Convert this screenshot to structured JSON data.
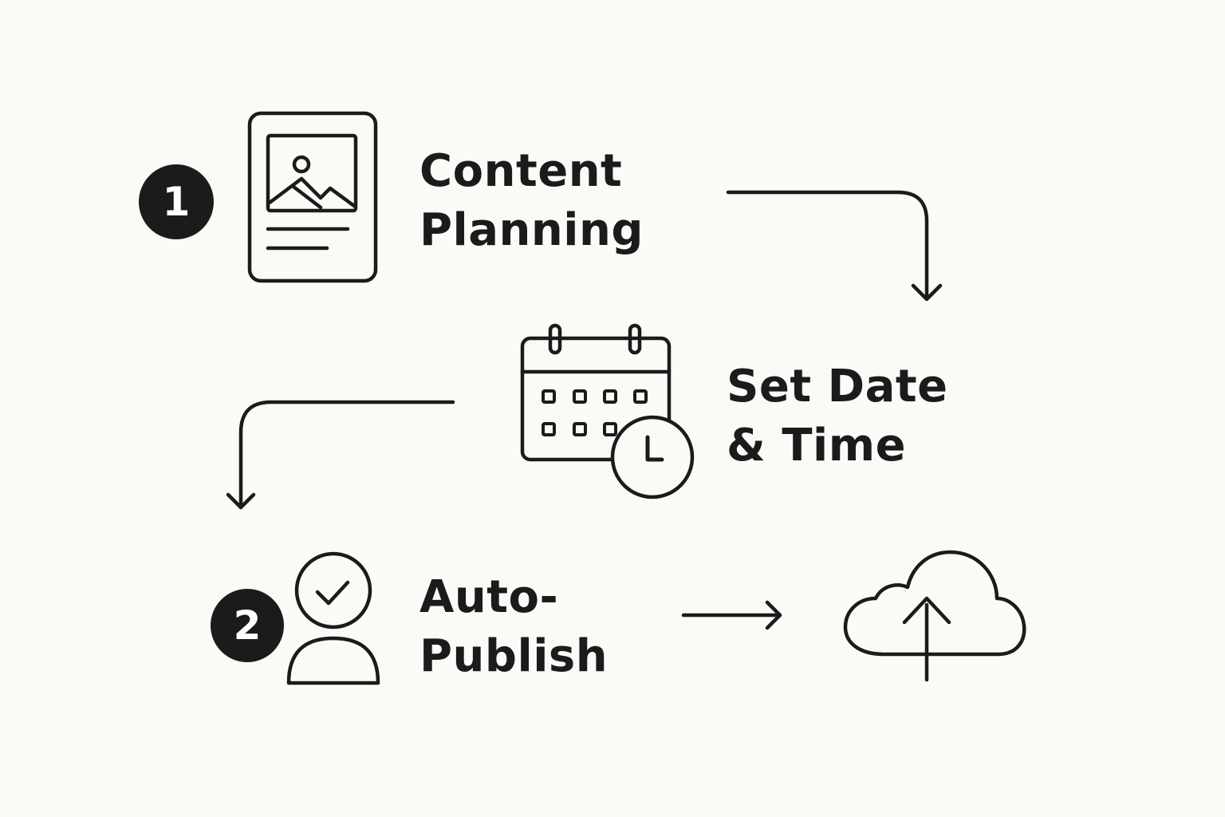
{
  "steps": [
    {
      "id": "content-planning",
      "badge": "1",
      "label_lines": [
        "Content",
        "Planning"
      ],
      "icon": "document-image-icon"
    },
    {
      "id": "set-date-time",
      "badge": "",
      "label_lines": [
        "Set Date",
        "& Time"
      ],
      "icon": "calendar-clock-icon"
    },
    {
      "id": "auto-publish",
      "badge": "2",
      "label_lines": [
        "Auto-",
        "Publish"
      ],
      "icon": "user-check-icon"
    },
    {
      "id": "upload",
      "badge": "",
      "label_lines": [],
      "icon": "cloud-upload-icon"
    }
  ],
  "edges": [
    {
      "from": "content-planning",
      "to": "set-date-time"
    },
    {
      "from": "set-date-time",
      "to": "auto-publish"
    },
    {
      "from": "auto-publish",
      "to": "upload"
    }
  ],
  "colors": {
    "background": "#fbfaf7",
    "ink": "#1b1b1b",
    "badge_text": "#ffffff"
  }
}
